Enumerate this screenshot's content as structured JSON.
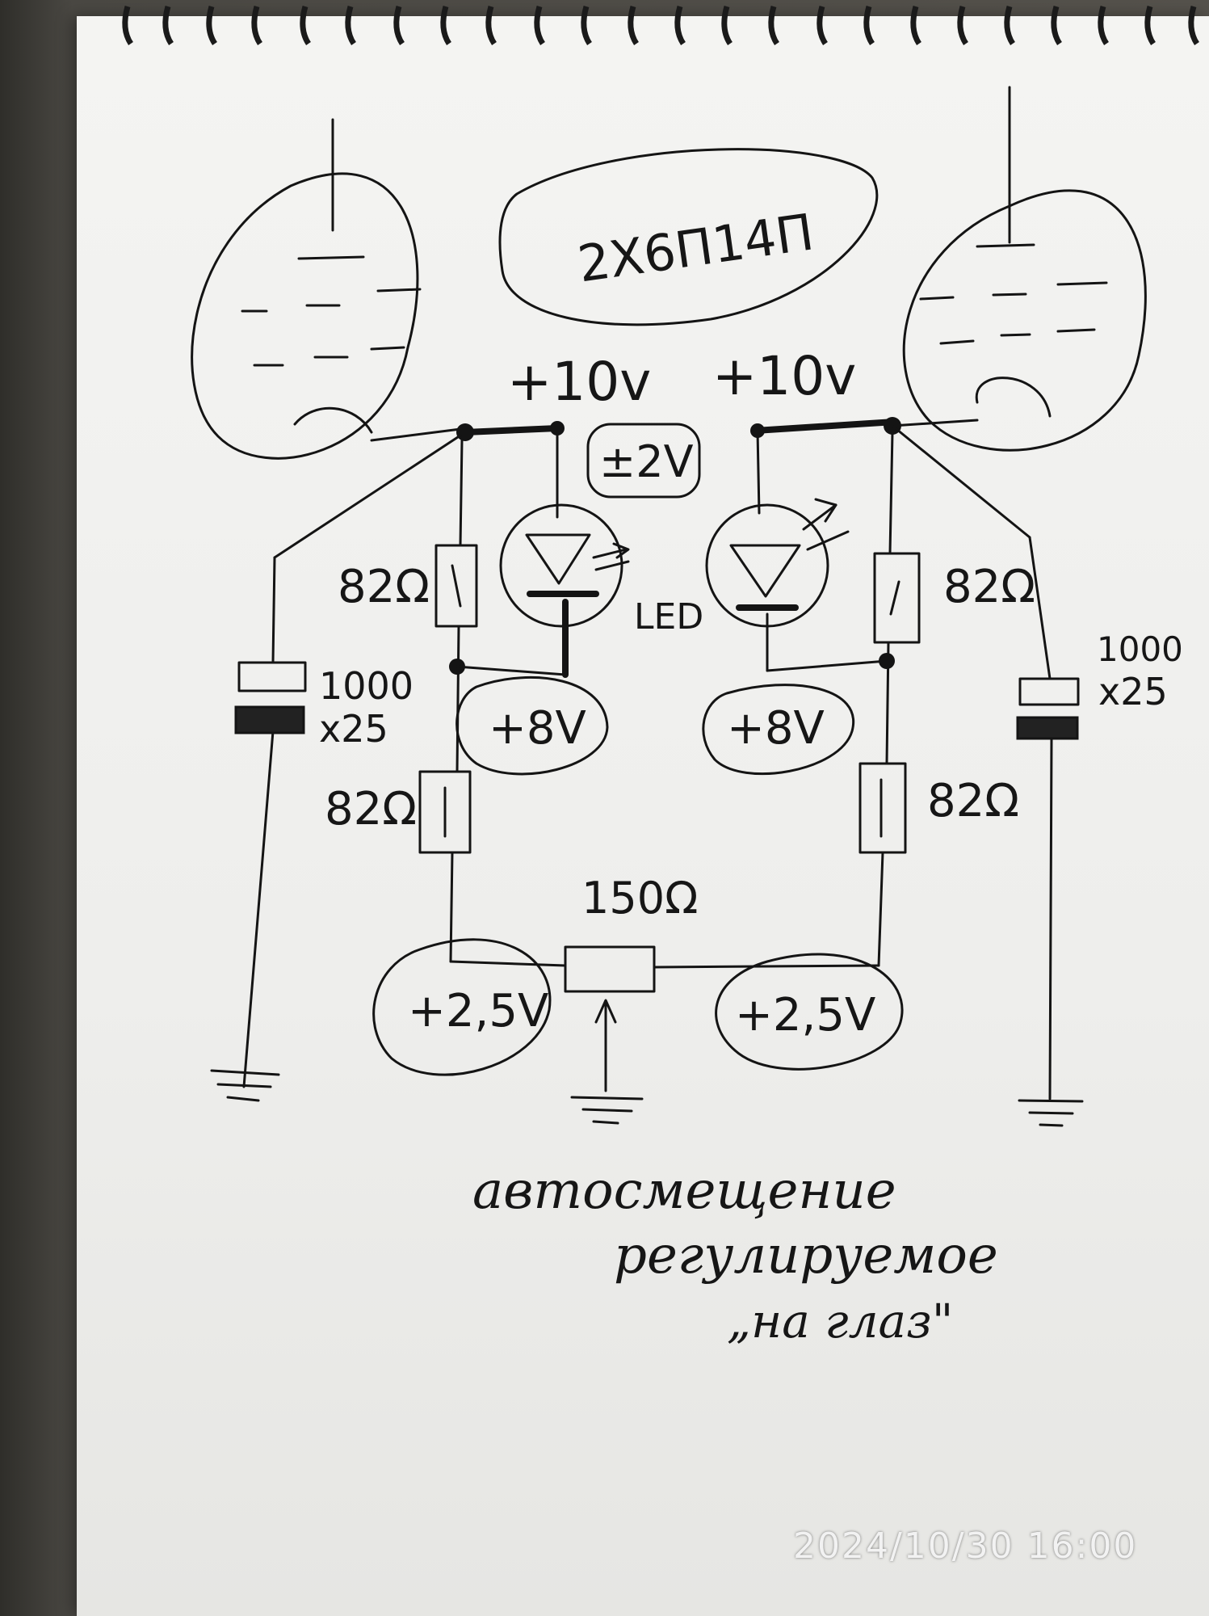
{
  "labels": {
    "tube_type": "2X6П14П",
    "anode_left": "+10v",
    "anode_right": "+10v",
    "tolerance": "±2V",
    "led": "LED",
    "r_top_left": "82Ω",
    "r_top_right": "82Ω",
    "r_bottom_left": "82Ω",
    "r_bottom_right": "82Ω",
    "cap_left_value": "1000",
    "cap_left_voltage": "x25",
    "cap_right_value": "1000",
    "cap_right_voltage": "x25",
    "v_mid_left": "+8V",
    "v_mid_right": "+8V",
    "pot": "150Ω",
    "v_low_left": "+2,5V",
    "v_low_right": "+2,5V"
  },
  "notes": {
    "line1": "автосмещение",
    "line2": "регулируемое",
    "line3": "„на глаз\""
  },
  "timestamp": "2024/10/30  16:00"
}
